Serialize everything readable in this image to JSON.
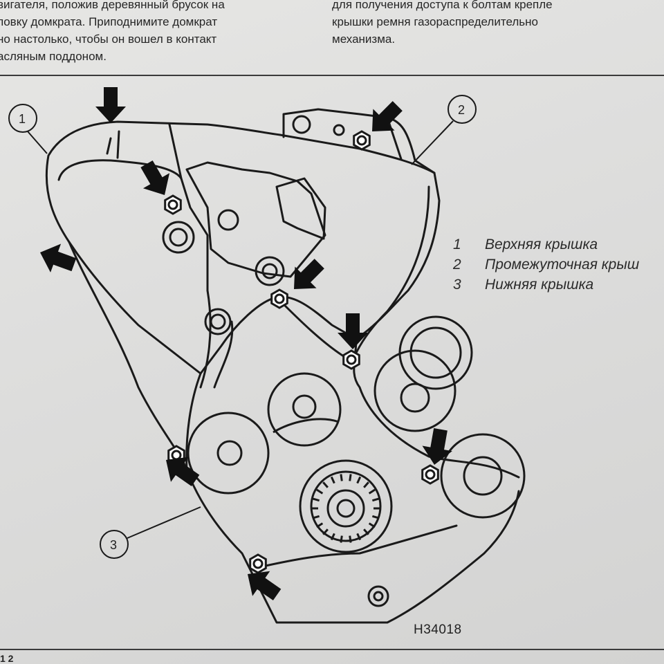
{
  "top_text": {
    "left": "вигателя, положив деревянный брусок на\nповку домкрата. Приподнимите домкрат\nно настолько, чтобы он вошел в контакт\nасляным поддоном.",
    "right": "для получения доступа к болтам крепле\nкрышки ремня газораспределительно\nмеханизма."
  },
  "callouts": [
    "1",
    "2",
    "3"
  ],
  "legend": [
    {
      "num": "1",
      "label": "Верхняя крышка"
    },
    {
      "num": "2",
      "label": "Промежуточная крыш"
    },
    {
      "num": "3",
      "label": "Нижняя крышка"
    }
  ],
  "figure_code": "H34018",
  "corner_text": "1 2",
  "icons": {
    "arrow": "bolt-pointer-arrow-icon",
    "bolt": "hex-bolt-icon"
  }
}
